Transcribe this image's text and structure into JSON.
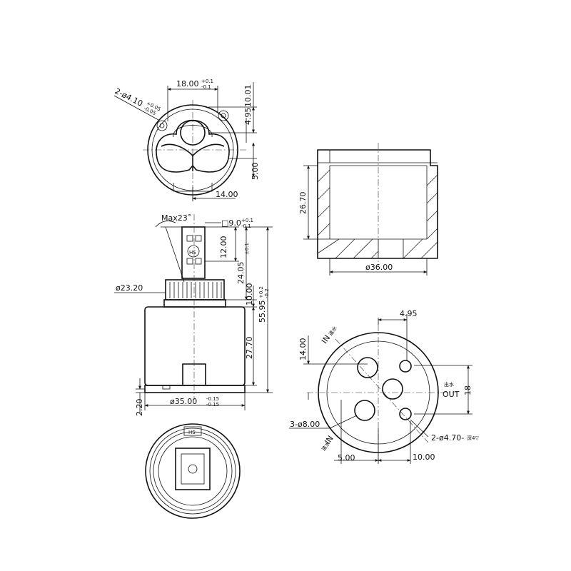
{
  "top_view": {
    "hole_pitch": "18.00",
    "hole_pitch_tol_upper": "+0.1",
    "hole_pitch_tol_lower": "-0.1",
    "hole_dia": "2-ø4.10",
    "hole_dia_tol_upper": "+0.05",
    "hole_dia_tol_lower": "-0.05",
    "dim_10_01": "10.01",
    "dim_4_95": "4.95",
    "dim_5_00": "5.00",
    "dim_14_00": "14.00"
  },
  "side_view": {
    "max_angle": "Max23˚",
    "stem_square": "□9.0",
    "stem_square_tol_upper": "+0.1",
    "stem_square_tol_lower": "-0.1",
    "dim_12_00": "12.00",
    "dim_24_05": "24.05",
    "dim_24_05_tol": "±0.1",
    "dim_10_00": "10.00",
    "dim_55_95": "55.95",
    "dim_55_95_tol_upper": "+0.2",
    "dim_55_95_tol_lower": "-0.2",
    "dim_27_70": "27.70",
    "dim_2_20": "2.20",
    "dia_23_20": "ø23.20",
    "dia_35_00": "ø35.00",
    "dia_35_00_tol_upper": "-0.15",
    "dia_35_00_tol_lower": "-0.15",
    "logo_text": "HS"
  },
  "section_view": {
    "height": "26.70",
    "diameter": "ø36.00"
  },
  "bottom_view": {
    "dim_4_95": "4.95",
    "dim_14_00": "14.00",
    "dim_18": "18",
    "dim_5_00": "5.00",
    "dim_10_00": "10.00",
    "holes_large": "3-ø8.00",
    "holes_small": "2-ø4.70-",
    "holes_small_suffix": "深4▽",
    "label_in_top": "IN",
    "label_in_top_cn": "進水",
    "label_in_bottom": "IN",
    "label_in_bottom_cn": "進水",
    "label_out": "OUT",
    "label_out_cn": "出水"
  }
}
